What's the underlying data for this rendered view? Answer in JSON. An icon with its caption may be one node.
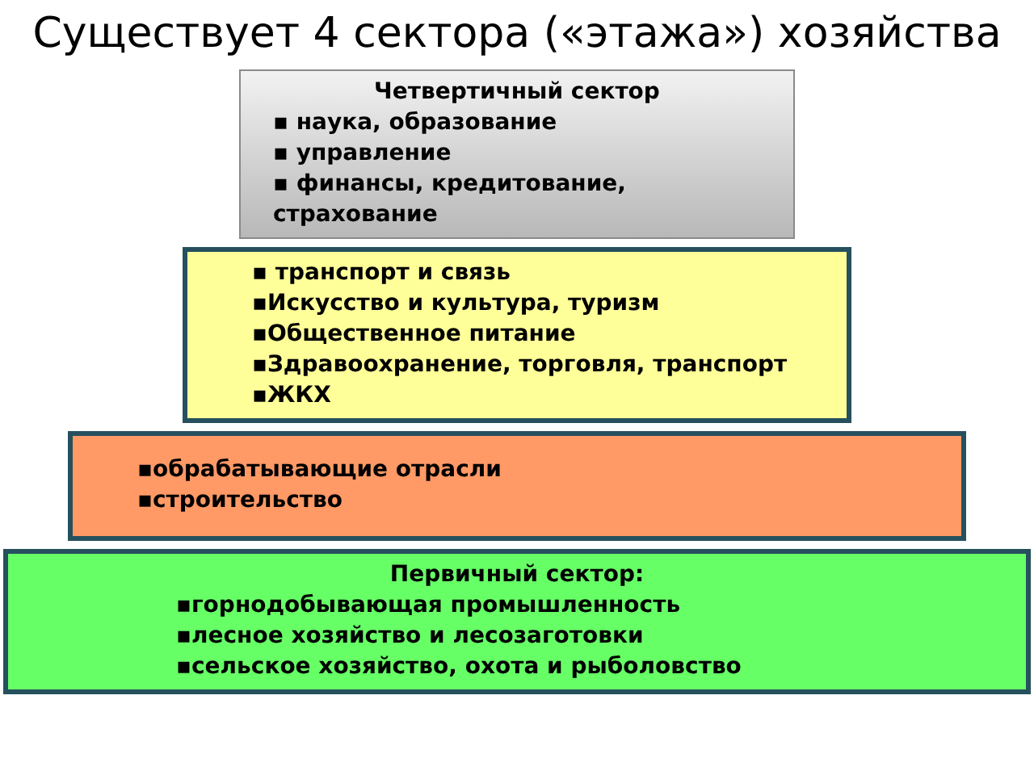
{
  "diagram": {
    "title": "Существует 4 сектора («этажа») хозяйства",
    "nodes": [
      {
        "text": [
          "Четвертичный сектор",
          "▪ наука, образование",
          "▪ управление",
          "▪ финансы, кредитование, страхование"
        ]
      },
      {
        "text": [
          "▪ транспорт и связь",
          "▪Искусство и культура, туризм",
          "▪Общественное питание",
          "▪Здравоохранение, торговля, транспорт",
          "▪ЖКХ"
        ]
      },
      {
        "text": [
          "▪обрабатывающие отрасли",
          "▪строительство"
        ]
      },
      {
        "text": [
          "Первичный сектор:",
          "▪горнодобывающая промышленность",
          "▪лесное хозяйство и лесозаготовки",
          "▪сельское хозяйство, охота и рыболовство"
        ]
      }
    ]
  }
}
